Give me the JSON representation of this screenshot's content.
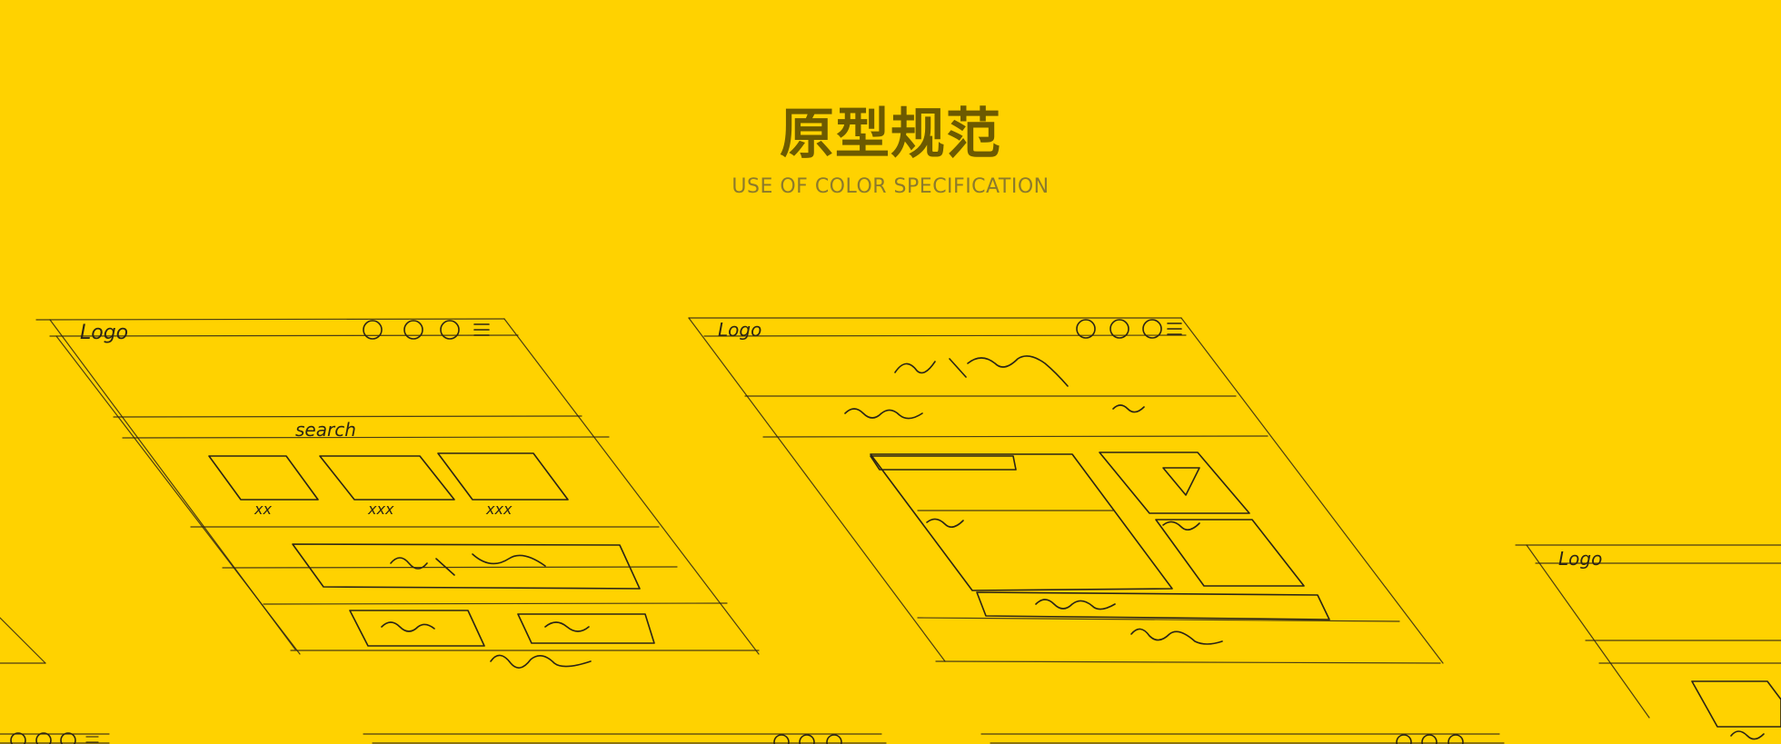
{
  "heading": {
    "title": "原型规范",
    "subtitle": "USE OF COLOR SPECIFICATION"
  },
  "colors": {
    "background": "#FFD200",
    "title": "#6C5A00",
    "subtitle": "#8C7A2C",
    "ink": "#2B2416"
  },
  "sketches": {
    "left": {
      "logo": "Logo",
      "search": "search",
      "card_labels": [
        "xx",
        "xxx",
        "xxx"
      ]
    },
    "middle": {
      "logo": "Logo"
    },
    "right": {
      "logo": "Logo"
    }
  }
}
